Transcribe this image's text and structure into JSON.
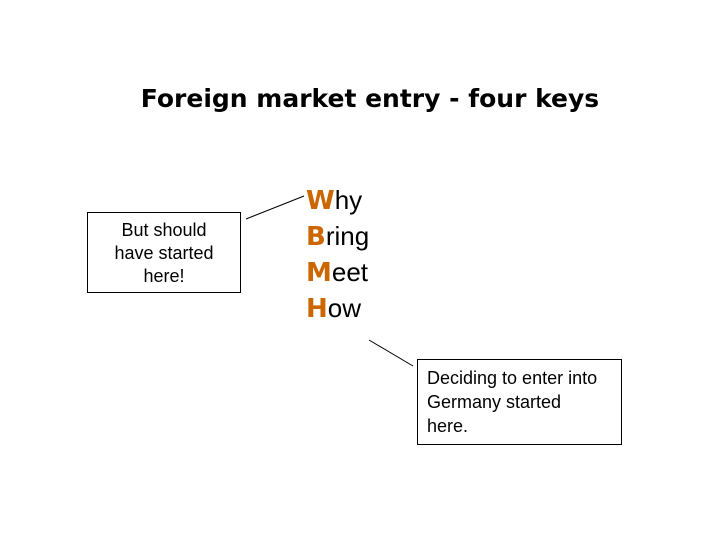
{
  "slide": {
    "title": "Foreign market entry - four keys",
    "keys": [
      {
        "initial": "W",
        "rest": "hy"
      },
      {
        "initial": "B",
        "rest": "ring"
      },
      {
        "initial": "M",
        "rest": "eet"
      },
      {
        "initial": "H",
        "rest": "ow"
      }
    ],
    "callout_left_lines": [
      "But should",
      "have started",
      "here!"
    ],
    "callout_right_lines": [
      "Deciding to enter into",
      "Germany started",
      "here."
    ]
  },
  "colors": {
    "accent": "#cc6600",
    "text": "#000000",
    "background": "#ffffff"
  }
}
